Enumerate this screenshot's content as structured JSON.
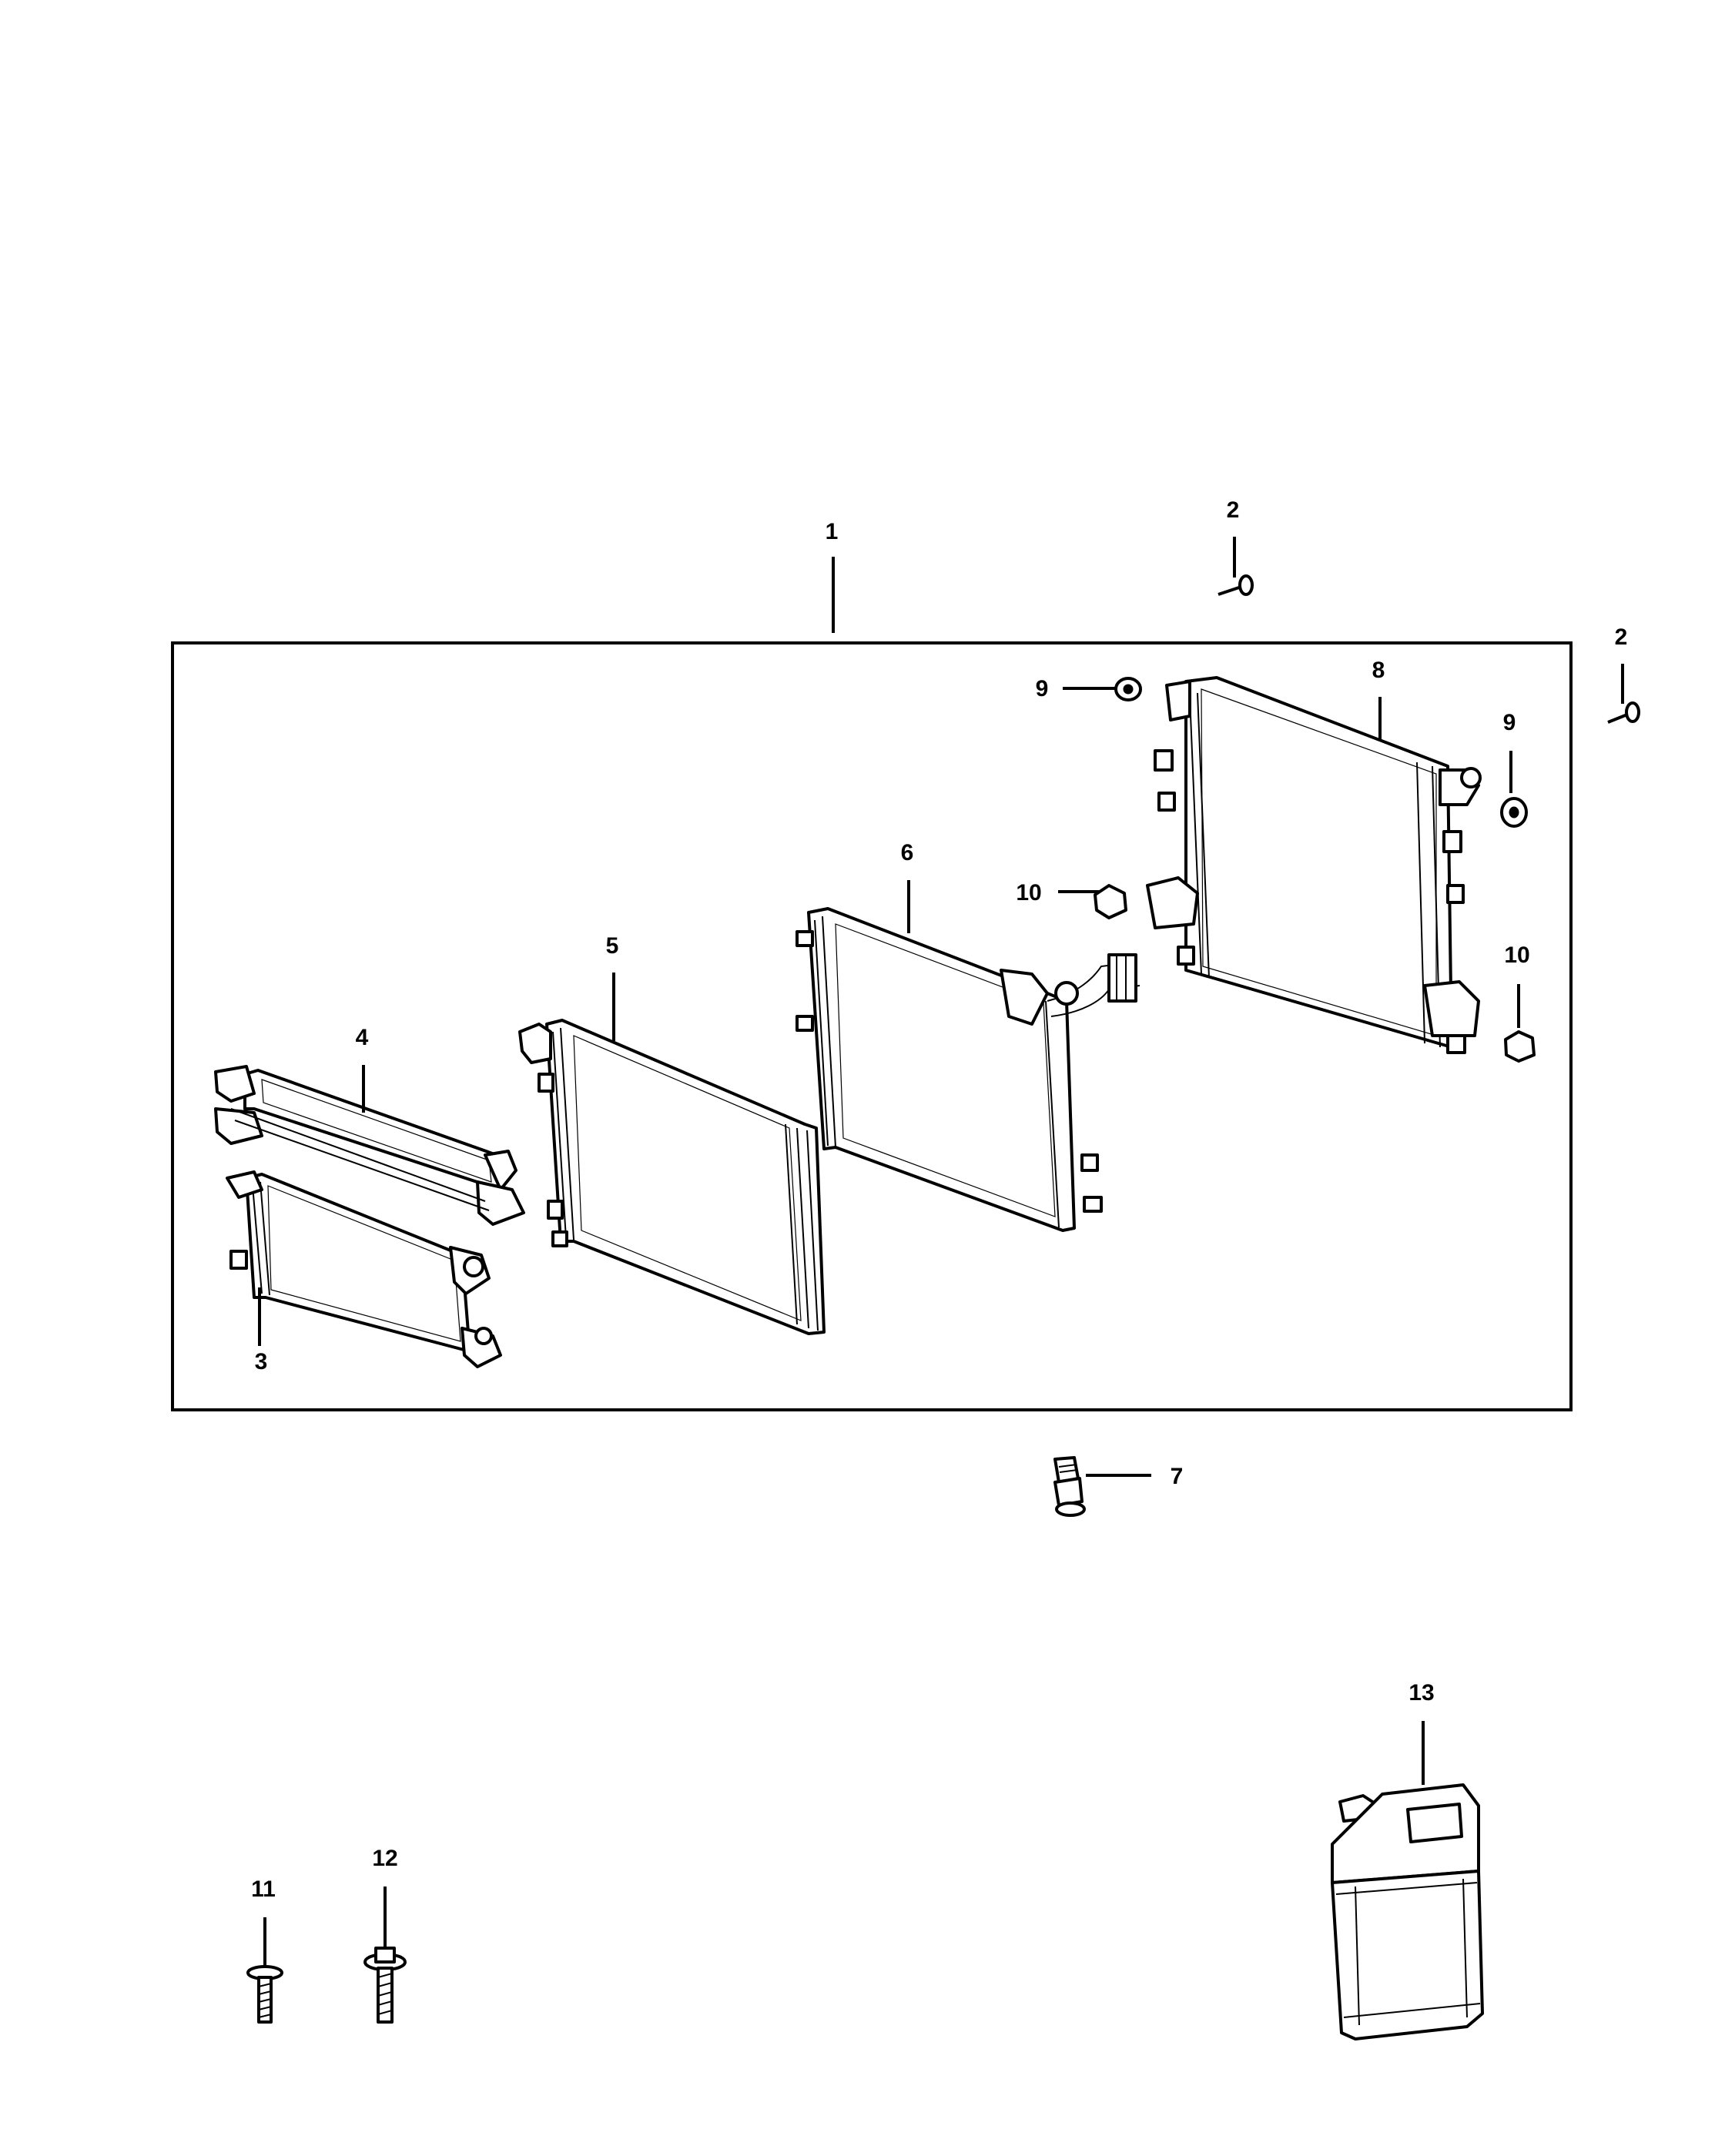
{
  "callouts": {
    "c1": "1",
    "c2a": "2",
    "c2b": "2",
    "c3": "3",
    "c4": "4",
    "c5": "5",
    "c6": "6",
    "c7": "7",
    "c8": "8",
    "c9a": "9",
    "c9b": "9",
    "c10a": "10",
    "c10b": "10",
    "c11": "11",
    "c12": "12",
    "c13": "13"
  }
}
